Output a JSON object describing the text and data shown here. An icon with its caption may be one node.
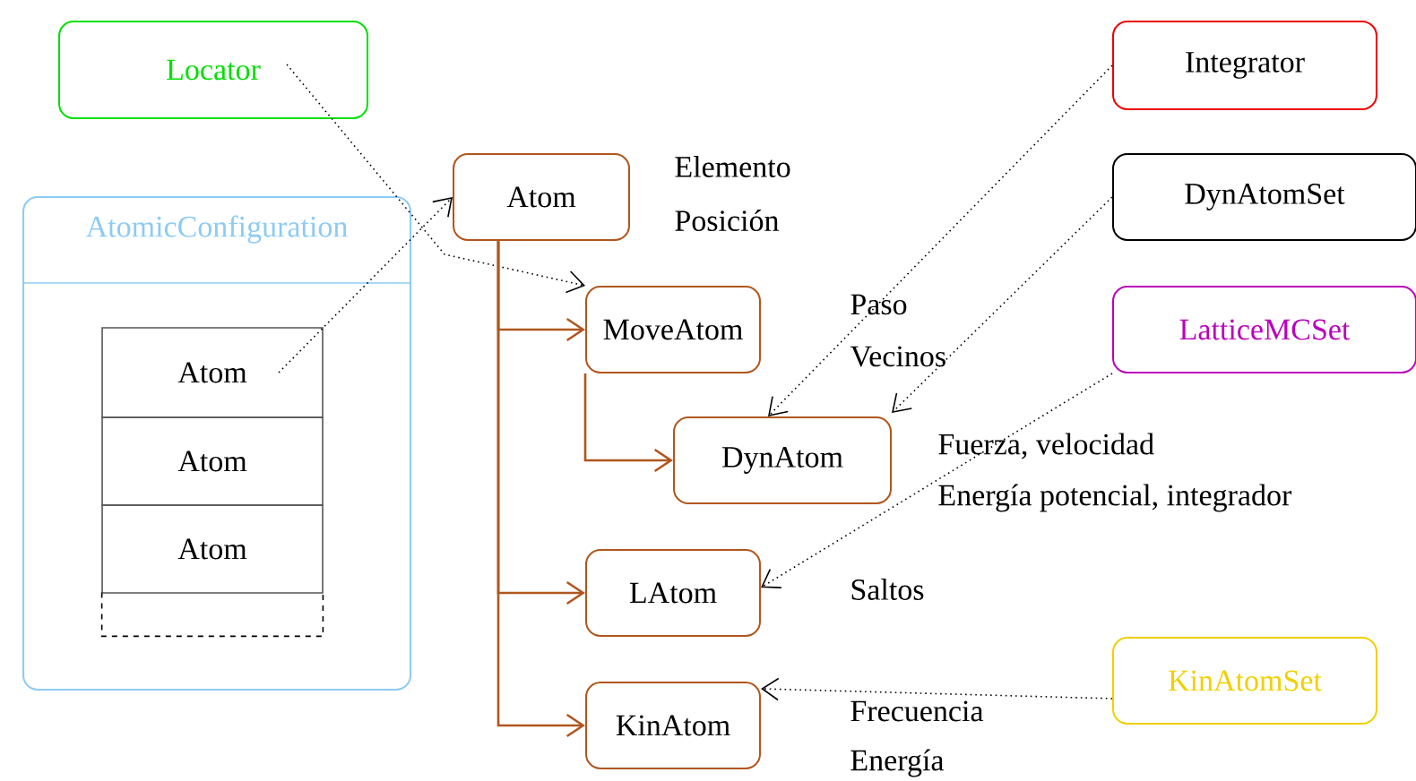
{
  "diagram": {
    "nodes": [
      {
        "text": [
          "Locator"
        ]
      },
      {
        "text": [
          "AtomicConfiguration"
        ]
      },
      {
        "text": [
          "Atom"
        ],
        "in": 1
      },
      {
        "text": [
          "Atom"
        ],
        "in": 1
      },
      {
        "text": [
          "Atom"
        ],
        "in": 1
      },
      {
        "text": [],
        "shape": "box",
        "in": 1
      },
      {
        "text": [
          "Atom"
        ],
        "beside": [
          "Elemento",
          "Posición"
        ]
      },
      {
        "text": [
          "MoveAtom"
        ],
        "beside": [
          "Paso",
          "Vecinos"
        ]
      },
      {
        "text": [
          "DynAtom"
        ],
        "beside": [
          "Fuerza, velocidad",
          "Energía potencial, integrador"
        ]
      },
      {
        "text": [
          "LAtom"
        ],
        "beside": [
          "Saltos"
        ]
      },
      {
        "text": [
          "KinAtom"
        ],
        "beside": [
          "Frecuencia",
          "Energía"
        ]
      },
      {
        "text": [
          "Integrator"
        ]
      },
      {
        "text": [
          "DynAtomSet"
        ]
      },
      {
        "text": [
          "LatticeMCSet"
        ]
      },
      {
        "text": [
          "KinAtomSet"
        ]
      }
    ],
    "edges": [
      {
        "from": 0,
        "to": 7,
        "arrow": "to",
        "style": "dashed"
      },
      {
        "from": 2,
        "to": 6,
        "arrow": "to",
        "style": "dashed"
      },
      {
        "from": 6,
        "to": 7,
        "arrow": "to",
        "color": "#b0561e"
      },
      {
        "from": 7,
        "to": 8,
        "arrow": "to",
        "color": "#b0561e"
      },
      {
        "from": 6,
        "to": 9,
        "arrow": "to",
        "color": "#b0561e"
      },
      {
        "from": 6,
        "to": 10,
        "arrow": "to",
        "color": "#b0561e"
      },
      {
        "from": 11,
        "to": 8,
        "arrow": "to",
        "style": "dashed"
      },
      {
        "from": 12,
        "to": 8,
        "arrow": "to",
        "style": "dashed"
      },
      {
        "from": 13,
        "to": 9,
        "arrow": "to",
        "style": "dashed"
      },
      {
        "from": 14,
        "to": 10,
        "arrow": "to",
        "style": "dashed"
      }
    ]
  }
}
